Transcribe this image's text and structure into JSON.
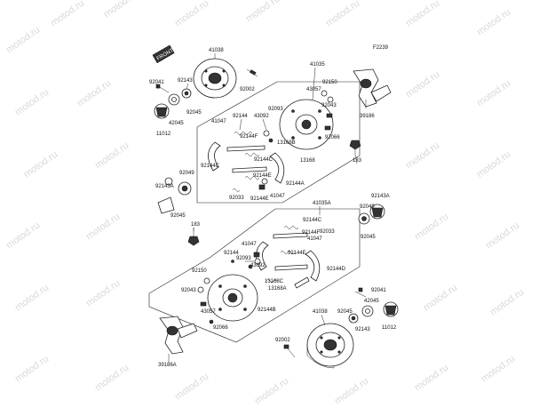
{
  "watermark": "motod.ru",
  "figure_code": "F2239",
  "front_badge": "FRONT",
  "labels": {
    "upper": {
      "p41038": "41038",
      "p41035": "41035",
      "p92041": "92041",
      "p92143": "92143",
      "p92002": "92002",
      "p92150": "92150",
      "p43057": "43057",
      "p42045": "42045",
      "p92045": "92045",
      "p92043": "92043",
      "p11012": "11012",
      "p39186": "39186",
      "p92144": "92144",
      "p43092": "43092",
      "p92093": "92093",
      "p41047": "41047",
      "p92144f": "92144F",
      "p13168b": "13168B",
      "p92066": "92066",
      "p92144c": "92144C",
      "p13168": "13168",
      "p183": "183",
      "p92049": "92049",
      "p92144e": "92144E",
      "p92143a": "92143A",
      "p92045b": "92045",
      "p92033": "92033",
      "p41047b": "41047",
      "p92144a": "92144A"
    },
    "lower": {
      "p41035a": "41035A",
      "p92143a": "92143A",
      "p92049": "92049",
      "p92045": "92045",
      "p183": "183",
      "p92144c": "92144C",
      "p41047": "41047",
      "p92033": "92033",
      "p92144f": "92144F",
      "p41047b": "41047",
      "p92144": "92144",
      "p92093": "92093",
      "p43092": "43092",
      "p92144e": "92144E",
      "p92144d": "92144D",
      "p92150": "92150",
      "p13168c": "13168C",
      "p13168a": "13168A",
      "p92043": "92043",
      "p92041": "92041",
      "p92144b": "92144B",
      "p43057": "43057",
      "p41038": "41038",
      "p42045": "42045",
      "p92045b": "92045",
      "p92066": "92066",
      "p92143": "92143",
      "p11012": "11012",
      "p92002": "92002",
      "p39186a": "39186A"
    }
  }
}
